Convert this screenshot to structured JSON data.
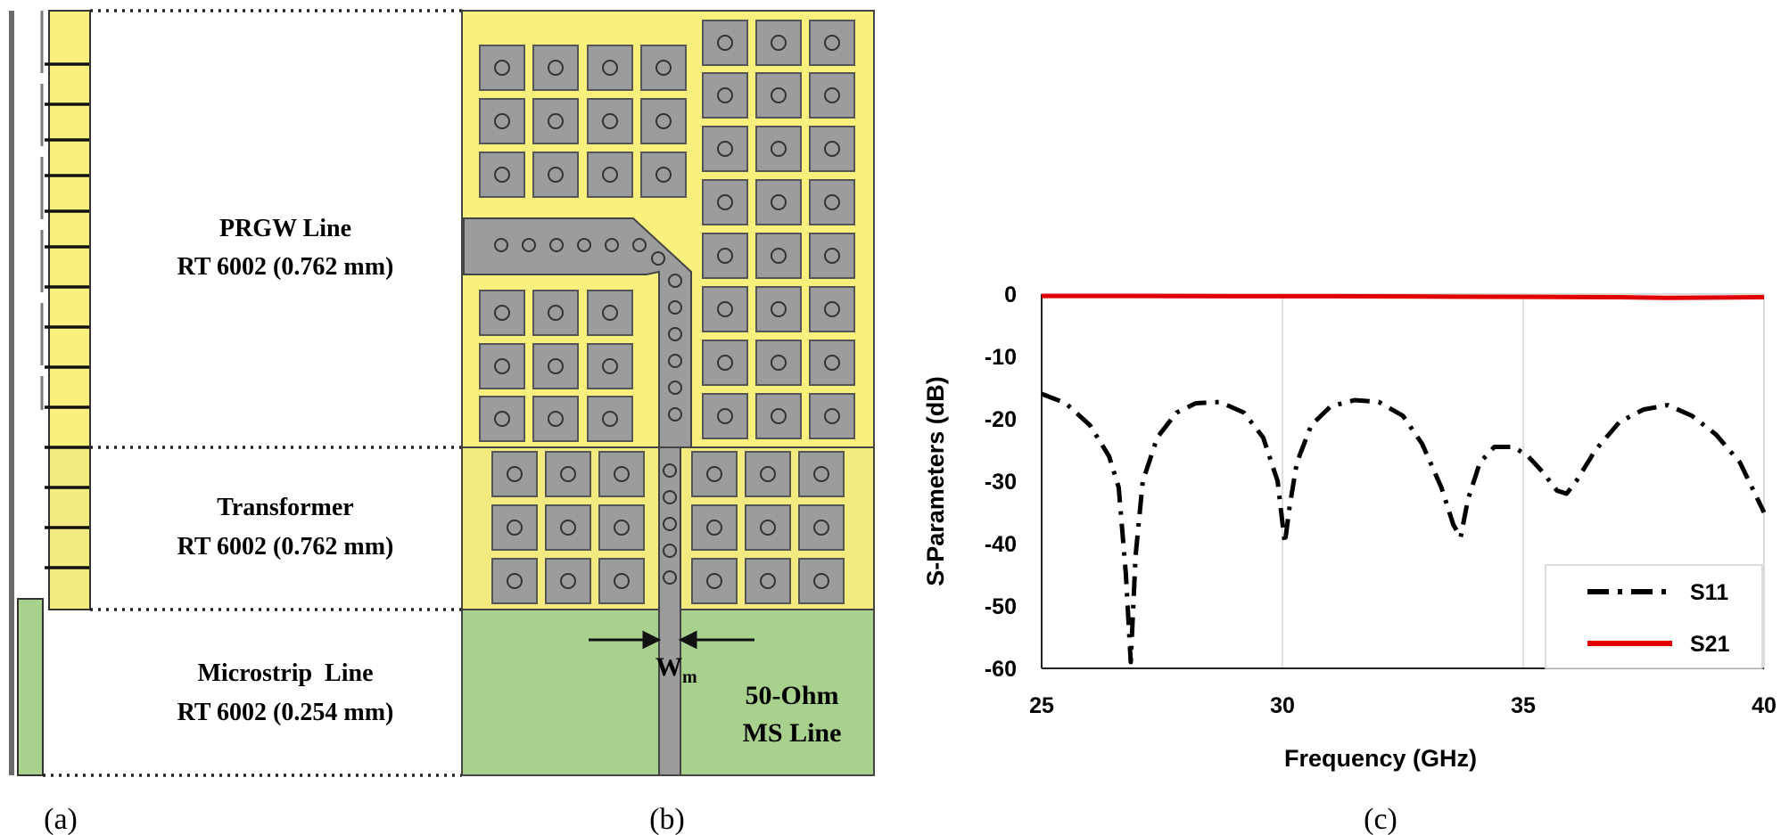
{
  "panel_a": {
    "tag": "(a)",
    "sections": [
      {
        "title": "PRGW Line",
        "substrate": "RT 6002 (0.762 mm)"
      },
      {
        "title": "Transformer",
        "substrate": "RT 6002 (0.762 mm)"
      },
      {
        "title": "Microstrip  Line",
        "substrate": "RT 6002 (0.254 mm)"
      }
    ]
  },
  "panel_b": {
    "tag": "(b)",
    "width_label": "W",
    "width_sub": "m",
    "ms_label_line1": "50-Ohm",
    "ms_label_line2": "MS Line"
  },
  "panel_c": {
    "tag": "(c)"
  },
  "colors": {
    "substrate_yellow": "#FAF07E",
    "transformer_yellow": "#F1EB80",
    "microstrip_green": "#A9D18E",
    "metal_gray": "#9C9C9C",
    "s11": "#000000",
    "s21": "#E00000"
  },
  "chart_data": {
    "type": "line",
    "title": "",
    "xlabel": "Frequency (GHz)",
    "ylabel": "S-Parameters (dB)",
    "xlim": [
      25,
      40
    ],
    "ylim": [
      -60,
      0
    ],
    "xticks": [
      25,
      30,
      35,
      40
    ],
    "yticks": [
      0,
      -10,
      -20,
      -30,
      -40,
      -50,
      -60
    ],
    "grid": "vertical",
    "legend": "bottom-right",
    "series": [
      {
        "name": "S11",
        "style": "dash-dot",
        "x": [
          25.0,
          25.5,
          26.0,
          26.4,
          26.6,
          26.75,
          26.85,
          26.95,
          27.1,
          27.4,
          27.8,
          28.2,
          28.7,
          29.2,
          29.6,
          29.9,
          30.05,
          30.15,
          30.3,
          30.6,
          31.0,
          31.5,
          32.0,
          32.5,
          32.9,
          33.3,
          33.55,
          33.7,
          33.85,
          34.1,
          34.4,
          34.8,
          35.1,
          35.4,
          35.7,
          35.9,
          36.1,
          36.5,
          37.0,
          37.5,
          38.0,
          38.5,
          39.0,
          39.5,
          40.0
        ],
        "y": [
          -16,
          -17.5,
          -21,
          -26,
          -31,
          -45,
          -59,
          -42,
          -30,
          -23,
          -19,
          -17.5,
          -17.3,
          -19,
          -23,
          -30,
          -40,
          -34,
          -27,
          -21,
          -18,
          -17,
          -17.3,
          -19.5,
          -24,
          -31,
          -37,
          -39,
          -33,
          -27,
          -24.5,
          -24.5,
          -26,
          -28.5,
          -31.5,
          -32,
          -30,
          -25,
          -20.5,
          -18.5,
          -17.8,
          -19.5,
          -22.5,
          -27,
          -35
        ]
      },
      {
        "name": "S21",
        "style": "solid",
        "x": [
          25,
          27,
          29,
          31,
          33,
          35,
          37,
          38,
          39,
          40
        ],
        "y": [
          -0.3,
          -0.3,
          -0.35,
          -0.35,
          -0.4,
          -0.45,
          -0.5,
          -0.6,
          -0.55,
          -0.5
        ]
      }
    ]
  }
}
